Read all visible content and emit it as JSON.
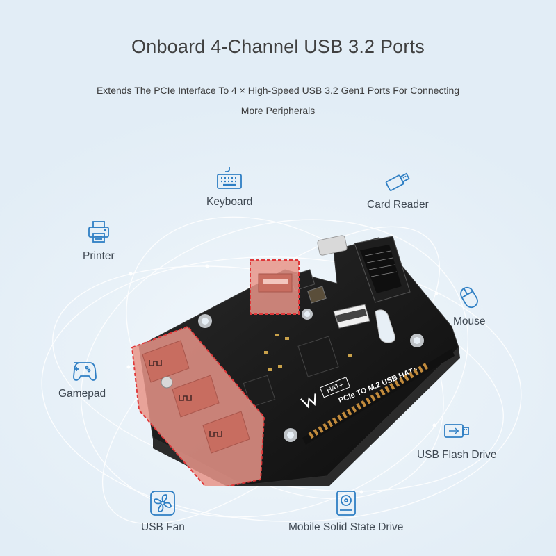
{
  "header": {
    "title": "Onboard 4-Channel USB 3.2 Ports",
    "subtitle_line1": "Extends The PCIe Interface To 4 × High-Speed USB 3.2 Gen1 Ports For Connecting",
    "subtitle_line2": "More Peripherals"
  },
  "peripherals": {
    "keyboard": {
      "label": "Keyboard",
      "icon": "keyboard-icon"
    },
    "card_reader": {
      "label": "Card Reader",
      "icon": "card-reader-icon"
    },
    "printer": {
      "label": "Printer",
      "icon": "printer-icon"
    },
    "mouse": {
      "label": "Mouse",
      "icon": "mouse-icon"
    },
    "gamepad": {
      "label": "Gamepad",
      "icon": "gamepad-icon"
    },
    "usb_flash_drive": {
      "label": "USB Flash Drive",
      "icon": "usb-flash-drive-icon"
    },
    "usb_fan": {
      "label": "USB Fan",
      "icon": "fan-icon"
    },
    "mobile_ssd": {
      "label": "Mobile Solid State Drive",
      "icon": "ssd-icon"
    }
  },
  "board": {
    "silkscreen_model": "PCIe TO M.2 USB HAT+",
    "silkscreen_badge": "HAT+",
    "usb_port_count": 4
  },
  "colors": {
    "background": "#e5eff7",
    "icon_blue": "#2f7fc4",
    "highlight_red": "#e0383a",
    "usb_port_fill": "#e89488",
    "pcb": "#151515"
  }
}
